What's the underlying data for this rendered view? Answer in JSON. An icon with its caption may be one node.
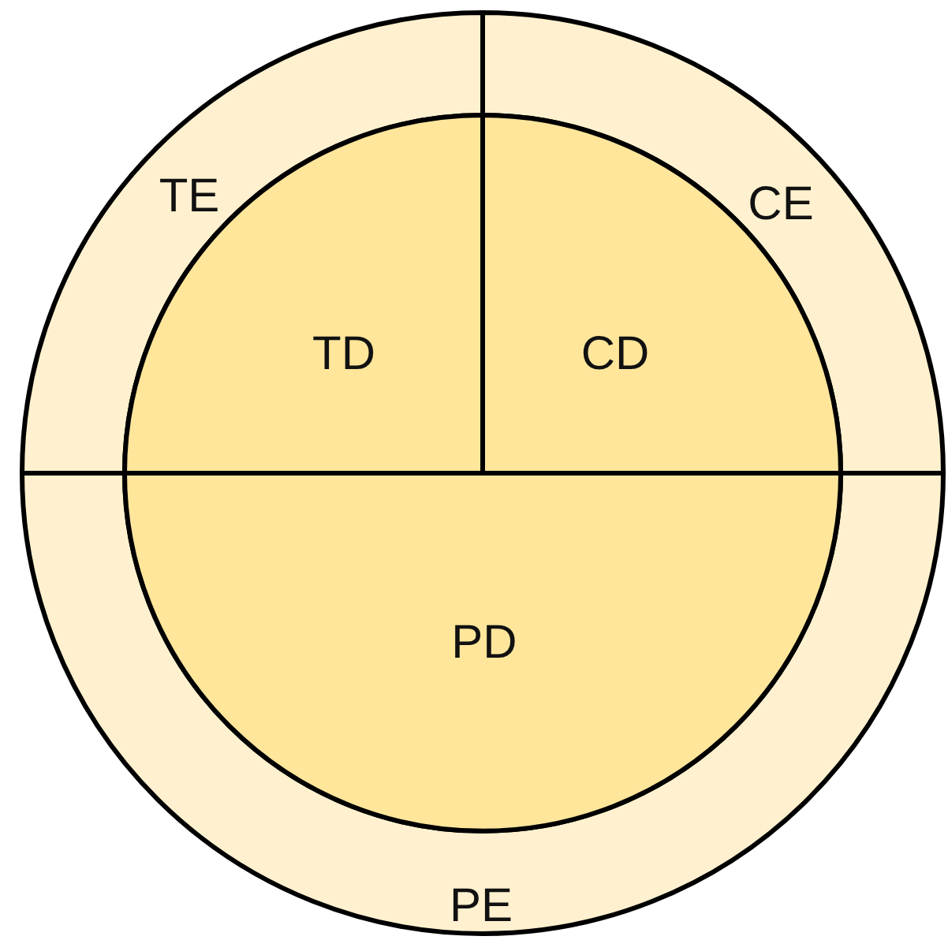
{
  "diagram": {
    "nodes": [
      {
        "text": [
          "TE"
        ]
      },
      {
        "text": [
          "CE"
        ]
      },
      {
        "text": [
          "TD"
        ]
      },
      {
        "text": [
          "CD"
        ]
      },
      {
        "text": [
          "PD"
        ]
      },
      {
        "text": [
          "PE"
        ]
      }
    ]
  }
}
